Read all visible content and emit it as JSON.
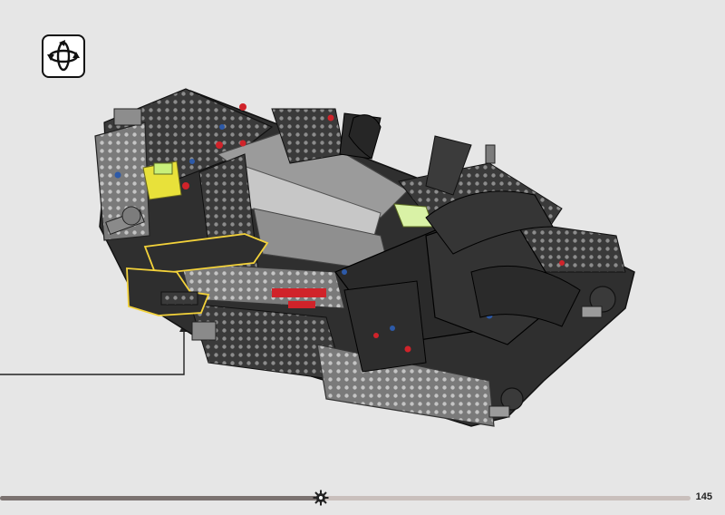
{
  "page": {
    "background": "#e6e6e6",
    "page_number": "145"
  },
  "rotate_icon": {
    "name": "rotate-model-icon"
  },
  "illustration": {
    "subject": "lego-technic-chassis-assembly",
    "highlight_color": "#f3d23a",
    "part_colors": [
      "#2b2b2b",
      "#8a8a8a",
      "#c9c9c9",
      "#d0232a",
      "#e8e13a",
      "#2d5aa8"
    ]
  },
  "progress": {
    "fraction": 0.465,
    "track_color": "#c9bfbc",
    "fill_color": "#7b7270"
  }
}
